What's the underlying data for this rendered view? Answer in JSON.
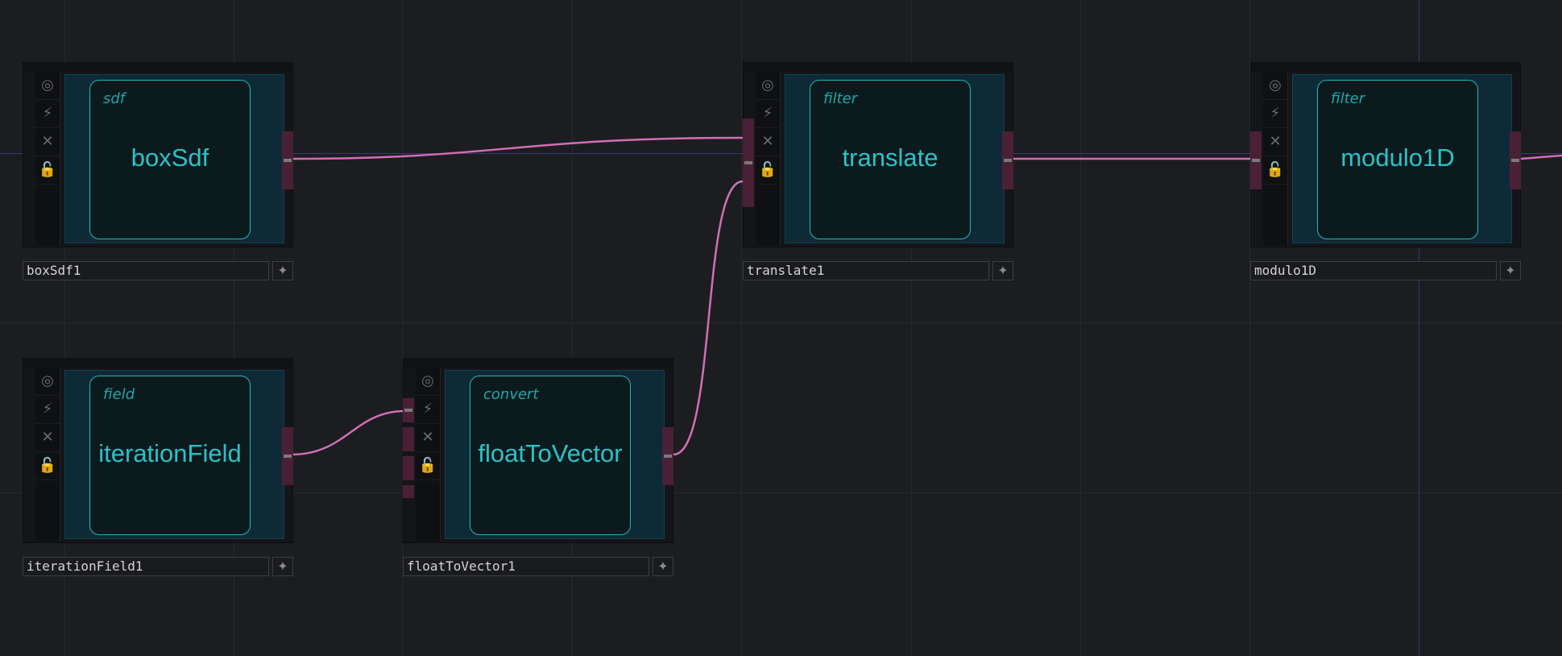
{
  "colors": {
    "background": "#1c1d21",
    "accent": "#29c3c8",
    "wire": "#d06fb4",
    "guide": "#3a3570"
  },
  "icons": {
    "viewer": "◎",
    "bypass": "⚡",
    "delete": "✕",
    "lock": "🔓",
    "add": "✦"
  },
  "nodes": [
    {
      "id": "boxSdf1",
      "family": "sdf",
      "title": "boxSdf",
      "name": "boxSdf1"
    },
    {
      "id": "translate1",
      "family": "filter",
      "title": "translate",
      "name": "translate1"
    },
    {
      "id": "modulo1D",
      "family": "filter",
      "title": "modulo1D",
      "name": "modulo1D"
    },
    {
      "id": "iterationField1",
      "family": "field",
      "title": "iterationField",
      "name": "iterationField1"
    },
    {
      "id": "floatToVector1",
      "family": "convert",
      "title": "floatToVector",
      "name": "floatToVector1"
    }
  ]
}
